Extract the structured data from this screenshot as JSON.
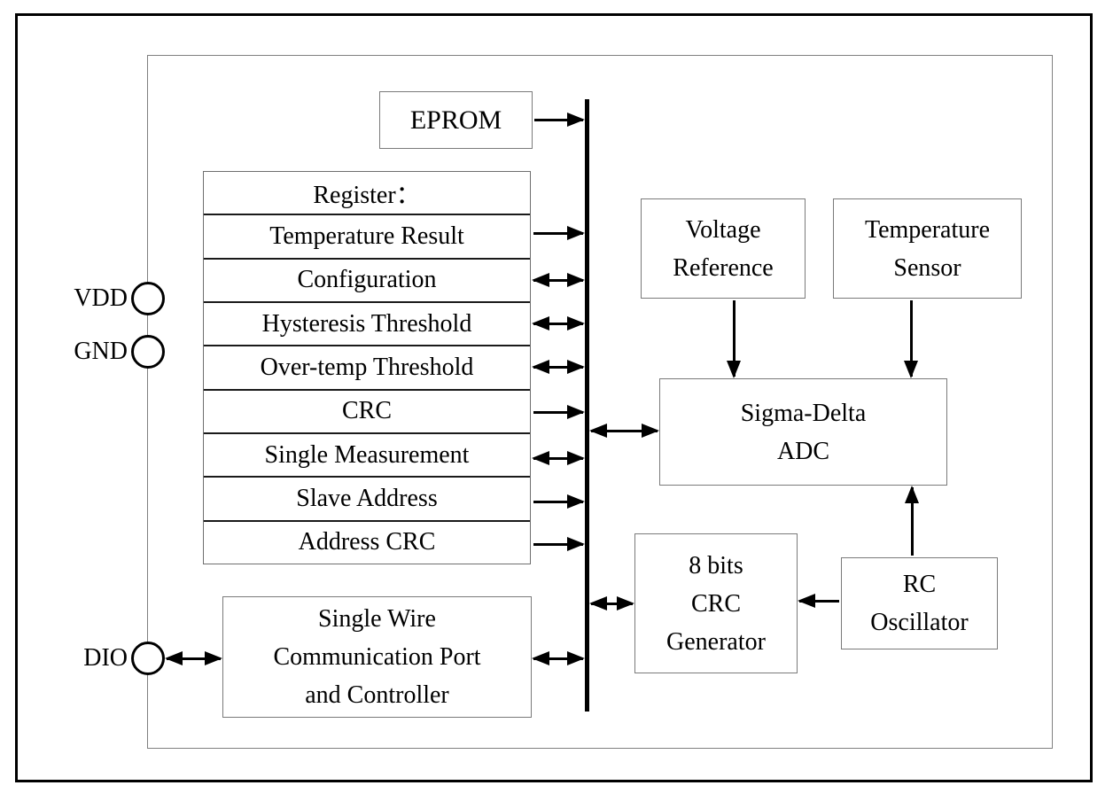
{
  "pins": {
    "vdd": "VDD",
    "gnd": "GND",
    "dio": "DIO"
  },
  "blocks": {
    "eprom": {
      "label": "EPROM"
    },
    "register": {
      "title": "Register：",
      "rows": [
        "Temperature Result",
        "Configuration",
        "Hysteresis Threshold",
        "Over-temp Threshold",
        "CRC",
        "Single Measurement",
        "Slave Address",
        "Address CRC"
      ]
    },
    "single_wire": {
      "lines": [
        "Single Wire",
        "Communication Port",
        "and Controller"
      ]
    },
    "voltage_reference": {
      "lines": [
        "Voltage",
        "Reference"
      ]
    },
    "temperature_sensor": {
      "lines": [
        "Temperature",
        "Sensor"
      ]
    },
    "sigma_delta_adc": {
      "lines": [
        "Sigma-Delta",
        "ADC"
      ]
    },
    "crc_generator": {
      "lines": [
        "8 bits",
        "CRC",
        "Generator"
      ]
    },
    "rc_oscillator": {
      "lines": [
        "RC",
        "Oscillator"
      ]
    }
  },
  "connections": [
    {
      "from": "EPROM",
      "to": "internal-bus",
      "type": "unidirectional"
    },
    {
      "from": "Temperature Result",
      "to": "internal-bus",
      "type": "unidirectional"
    },
    {
      "from": "Configuration",
      "to": "internal-bus",
      "type": "bidirectional"
    },
    {
      "from": "Hysteresis Threshold",
      "to": "internal-bus",
      "type": "bidirectional"
    },
    {
      "from": "Over-temp Threshold",
      "to": "internal-bus",
      "type": "bidirectional"
    },
    {
      "from": "CRC",
      "to": "internal-bus",
      "type": "unidirectional"
    },
    {
      "from": "Single Measurement",
      "to": "internal-bus",
      "type": "bidirectional"
    },
    {
      "from": "Slave Address",
      "to": "internal-bus",
      "type": "unidirectional"
    },
    {
      "from": "Address CRC",
      "to": "internal-bus",
      "type": "unidirectional"
    },
    {
      "from": "internal-bus",
      "to": "Sigma-Delta ADC",
      "type": "bidirectional"
    },
    {
      "from": "internal-bus",
      "to": "8 bits CRC Generator",
      "type": "bidirectional"
    },
    {
      "from": "RC Oscillator",
      "to": "8 bits CRC Generator",
      "type": "unidirectional"
    },
    {
      "from": "RC Oscillator",
      "to": "Sigma-Delta ADC",
      "type": "unidirectional"
    },
    {
      "from": "Voltage Reference",
      "to": "Sigma-Delta ADC",
      "type": "unidirectional"
    },
    {
      "from": "Temperature Sensor",
      "to": "Sigma-Delta ADC",
      "type": "unidirectional"
    },
    {
      "from": "DIO",
      "to": "Single Wire Communication Port and Controller",
      "type": "bidirectional"
    },
    {
      "from": "Single Wire Communication Port and Controller",
      "to": "internal-bus",
      "type": "bidirectional"
    }
  ],
  "colors": {
    "line": "#000000",
    "block_border": "#7a7a7a",
    "background": "#ffffff"
  }
}
